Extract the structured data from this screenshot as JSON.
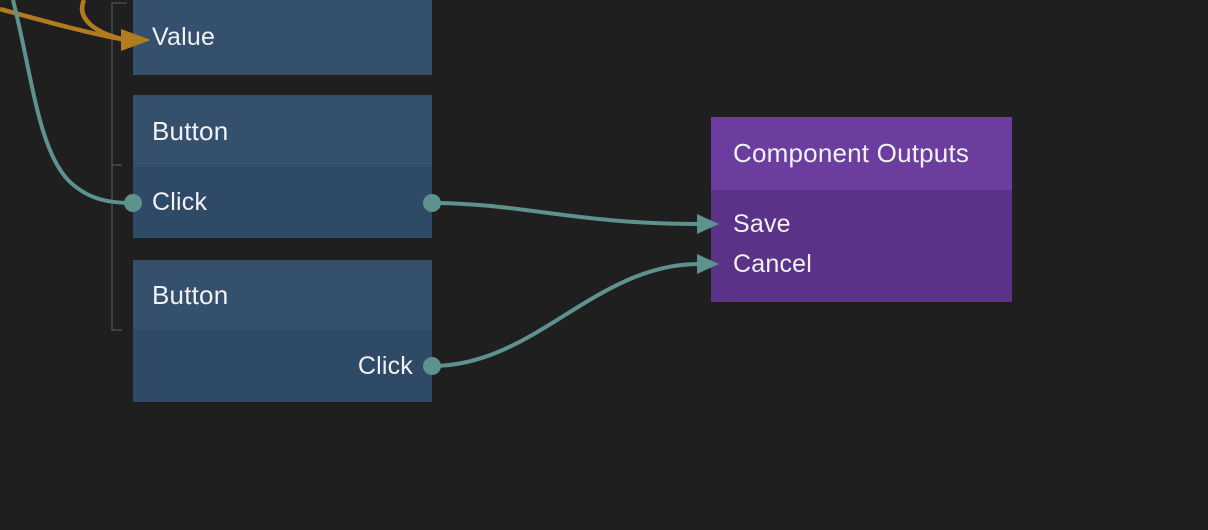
{
  "canvas": {
    "background": "#1f1f20"
  },
  "colors": {
    "node_blue_header": "#34506c",
    "node_blue_body": "#2f4a66",
    "node_purple_header": "#6a3d9e",
    "node_purple_body": "#5a3388",
    "wire_teal": "#5d928d",
    "wire_orange": "#b17c20",
    "guide_gray": "#4a4a4c",
    "text": "#f2f1f4"
  },
  "nodes": {
    "value_partial": {
      "port": "Value"
    },
    "button_top": {
      "title": "Button",
      "port": "Click"
    },
    "button_bottom": {
      "title": "Button",
      "port": "Click"
    },
    "component_outputs": {
      "title": "Component Outputs",
      "ports": [
        "Save",
        "Cancel"
      ]
    }
  },
  "connections": [
    {
      "from": "offscreen-left",
      "to": "value_partial.Value",
      "color": "#b17c20"
    },
    {
      "from": "offscreen-top",
      "to": "value_partial.Value",
      "color": "#b17c20"
    },
    {
      "from": "offscreen-top-left",
      "to": "button_top.Click",
      "color": "#5d928d"
    },
    {
      "from": "button_top.Click",
      "to": "component_outputs.Save",
      "color": "#5d928d"
    },
    {
      "from": "button_bottom.Click",
      "to": "component_outputs.Cancel",
      "color": "#5d928d"
    }
  ]
}
